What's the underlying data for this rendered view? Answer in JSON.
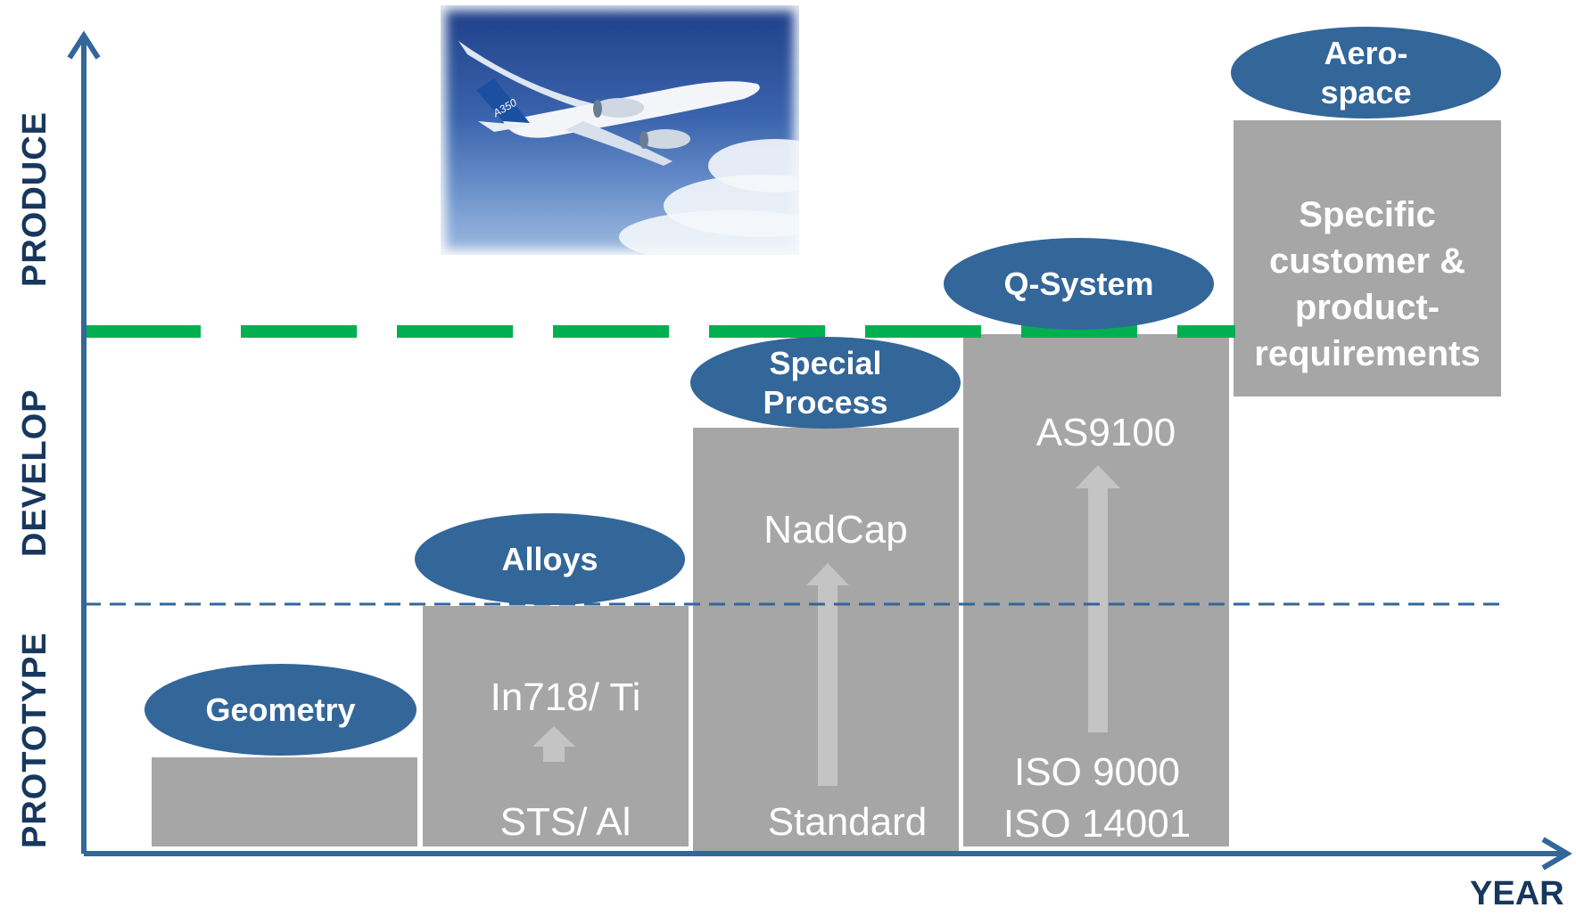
{
  "axes": {
    "y_labels": {
      "prototype": "PROTOTYPE",
      "develop": "DEVELOP",
      "produce": "PRODUCE"
    },
    "x_label": "YEAR"
  },
  "colors": {
    "axis": "#336699",
    "box": "#a6a6a6",
    "oval": "#336699",
    "produce_line": "#00b050",
    "develop_line": "#336699",
    "label_text": "#17375e"
  },
  "image": {
    "icon": "airplane-photo",
    "label": "A350"
  },
  "steps": [
    {
      "oval": "Geometry",
      "bottom_text": "",
      "top_text": ""
    },
    {
      "oval": "Alloys",
      "bottom_text": "STS/ Al",
      "top_text": "In718/ Ti"
    },
    {
      "oval": "Special\nProcess",
      "bottom_text": "Standard",
      "top_text": "NadCap"
    },
    {
      "oval": "Q-System",
      "bottom_text": "ISO 9000\nISO 14001",
      "top_text": "AS9100"
    },
    {
      "oval": "Aero-\nspace",
      "bottom_text": "",
      "top_text": "Specific\ncustomer &\nproduct-\nrequirements"
    }
  ]
}
